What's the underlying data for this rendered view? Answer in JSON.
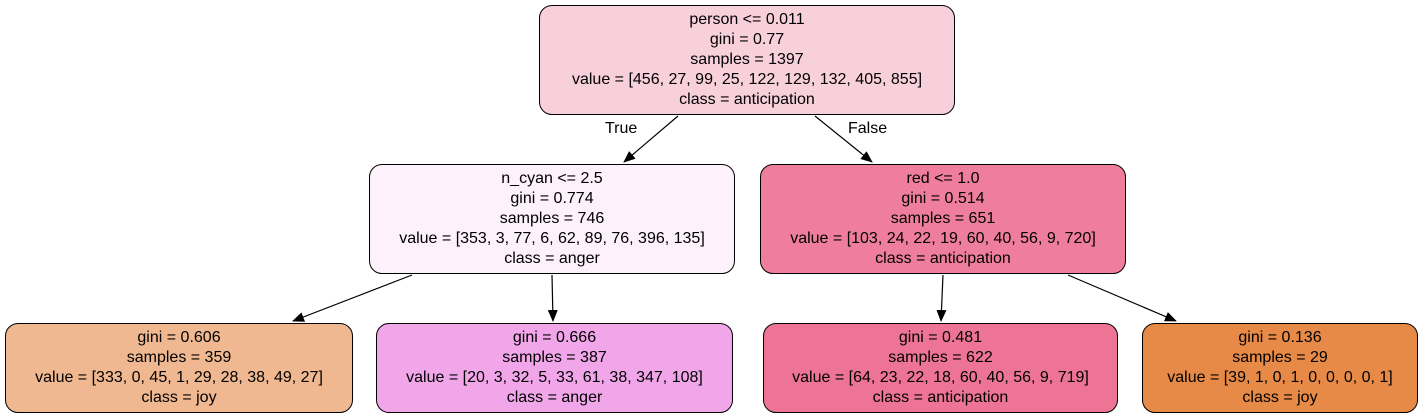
{
  "tree": {
    "nodes": [
      {
        "id": "n0",
        "split": "person <= 0.011",
        "gini": "gini = 0.77",
        "samples": "samples = 1397",
        "value": "value = [456, 27, 99, 25, 122, 129, 132, 405, 855]",
        "class": "class = anticipation",
        "fill": "#f8d0db"
      },
      {
        "id": "n1",
        "split": "n_cyan <= 2.5",
        "gini": "gini = 0.774",
        "samples": "samples = 746",
        "value": "value = [353, 3, 77, 6, 62, 89, 76, 396, 135]",
        "class": "class = anger",
        "fill": "#fdf1fb"
      },
      {
        "id": "n2",
        "split": "red <= 1.0",
        "gini": "gini = 0.514",
        "samples": "samples = 651",
        "value": "value = [103, 24, 22, 19, 60, 40, 56, 9, 720]",
        "class": "class = anticipation",
        "fill": "#ef7e9c"
      },
      {
        "id": "n3",
        "gini": "gini = 0.606",
        "samples": "samples = 359",
        "value": "value = [333, 0, 45, 1, 29, 28, 38, 49, 27]",
        "class": "class = joy",
        "fill": "#f0b890"
      },
      {
        "id": "n4",
        "gini": "gini = 0.666",
        "samples": "samples = 387",
        "value": "value = [20, 3, 32, 5, 33, 61, 38, 347, 108]",
        "class": "class = anger",
        "fill": "#f1a6ea"
      },
      {
        "id": "n5",
        "gini": "gini = 0.481",
        "samples": "samples = 622",
        "value": "value = [64, 23, 22, 18, 60, 40, 56, 9, 719]",
        "class": "class = anticipation",
        "fill": "#ed7494"
      },
      {
        "id": "n6",
        "gini": "gini = 0.136",
        "samples": "samples = 29",
        "value": "value = [39, 1, 0, 1, 0, 0, 0, 0, 1]",
        "class": "class = joy",
        "fill": "#e78a48"
      }
    ],
    "edges": [
      {
        "from": "n0",
        "to": "n1",
        "label": "True"
      },
      {
        "from": "n0",
        "to": "n2",
        "label": "False"
      },
      {
        "from": "n1",
        "to": "n3"
      },
      {
        "from": "n1",
        "to": "n4"
      },
      {
        "from": "n2",
        "to": "n5"
      },
      {
        "from": "n2",
        "to": "n6"
      }
    ]
  }
}
